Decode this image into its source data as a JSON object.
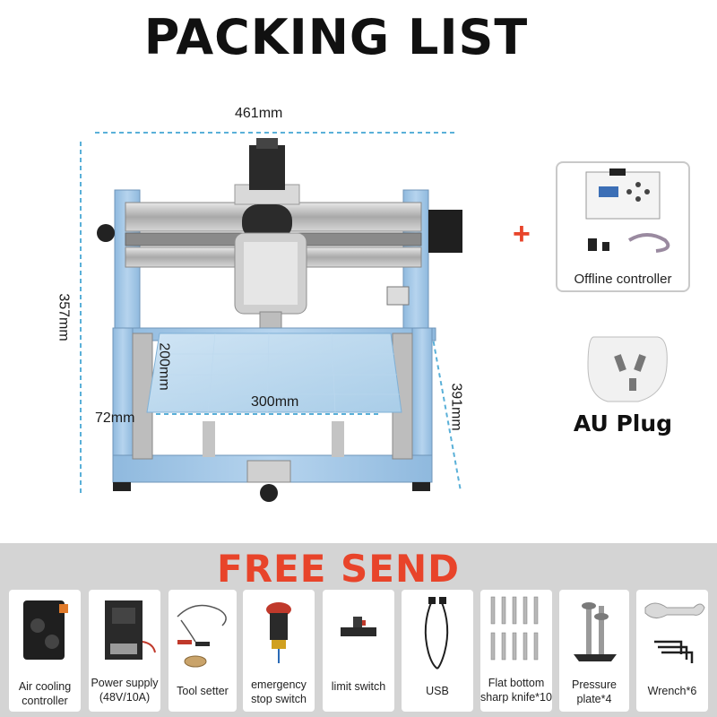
{
  "header": {
    "title": "PACKING LIST"
  },
  "dimensions": {
    "width": "461mm",
    "height": "357mm",
    "depth": "391mm",
    "work_x": "300mm",
    "work_y": "200mm",
    "work_z": "72mm"
  },
  "accessories": {
    "plus": "+",
    "controller_label": "Offline controller",
    "plug_label": "AU Plug"
  },
  "free_send": {
    "title": "FREE SEND",
    "items": [
      {
        "line1": "Air cooling",
        "line2": "controller"
      },
      {
        "line1": "Power supply",
        "line2": "(48V/10A)"
      },
      {
        "line1": "Tool setter",
        "line2": ""
      },
      {
        "line1": "emergency",
        "line2": "stop switch"
      },
      {
        "line1": "limit switch",
        "line2": ""
      },
      {
        "line1": "USB",
        "line2": ""
      },
      {
        "line1": "Flat bottom",
        "line2": "sharp knife*10"
      },
      {
        "line1": "Pressure",
        "line2": "plate*4"
      },
      {
        "line1": "Wrench*6",
        "line2": ""
      }
    ]
  },
  "colors": {
    "accent_red": "#e8442a",
    "dim_line_blue": "#5ab0d8",
    "frame_blue": "#9fc6e6"
  }
}
